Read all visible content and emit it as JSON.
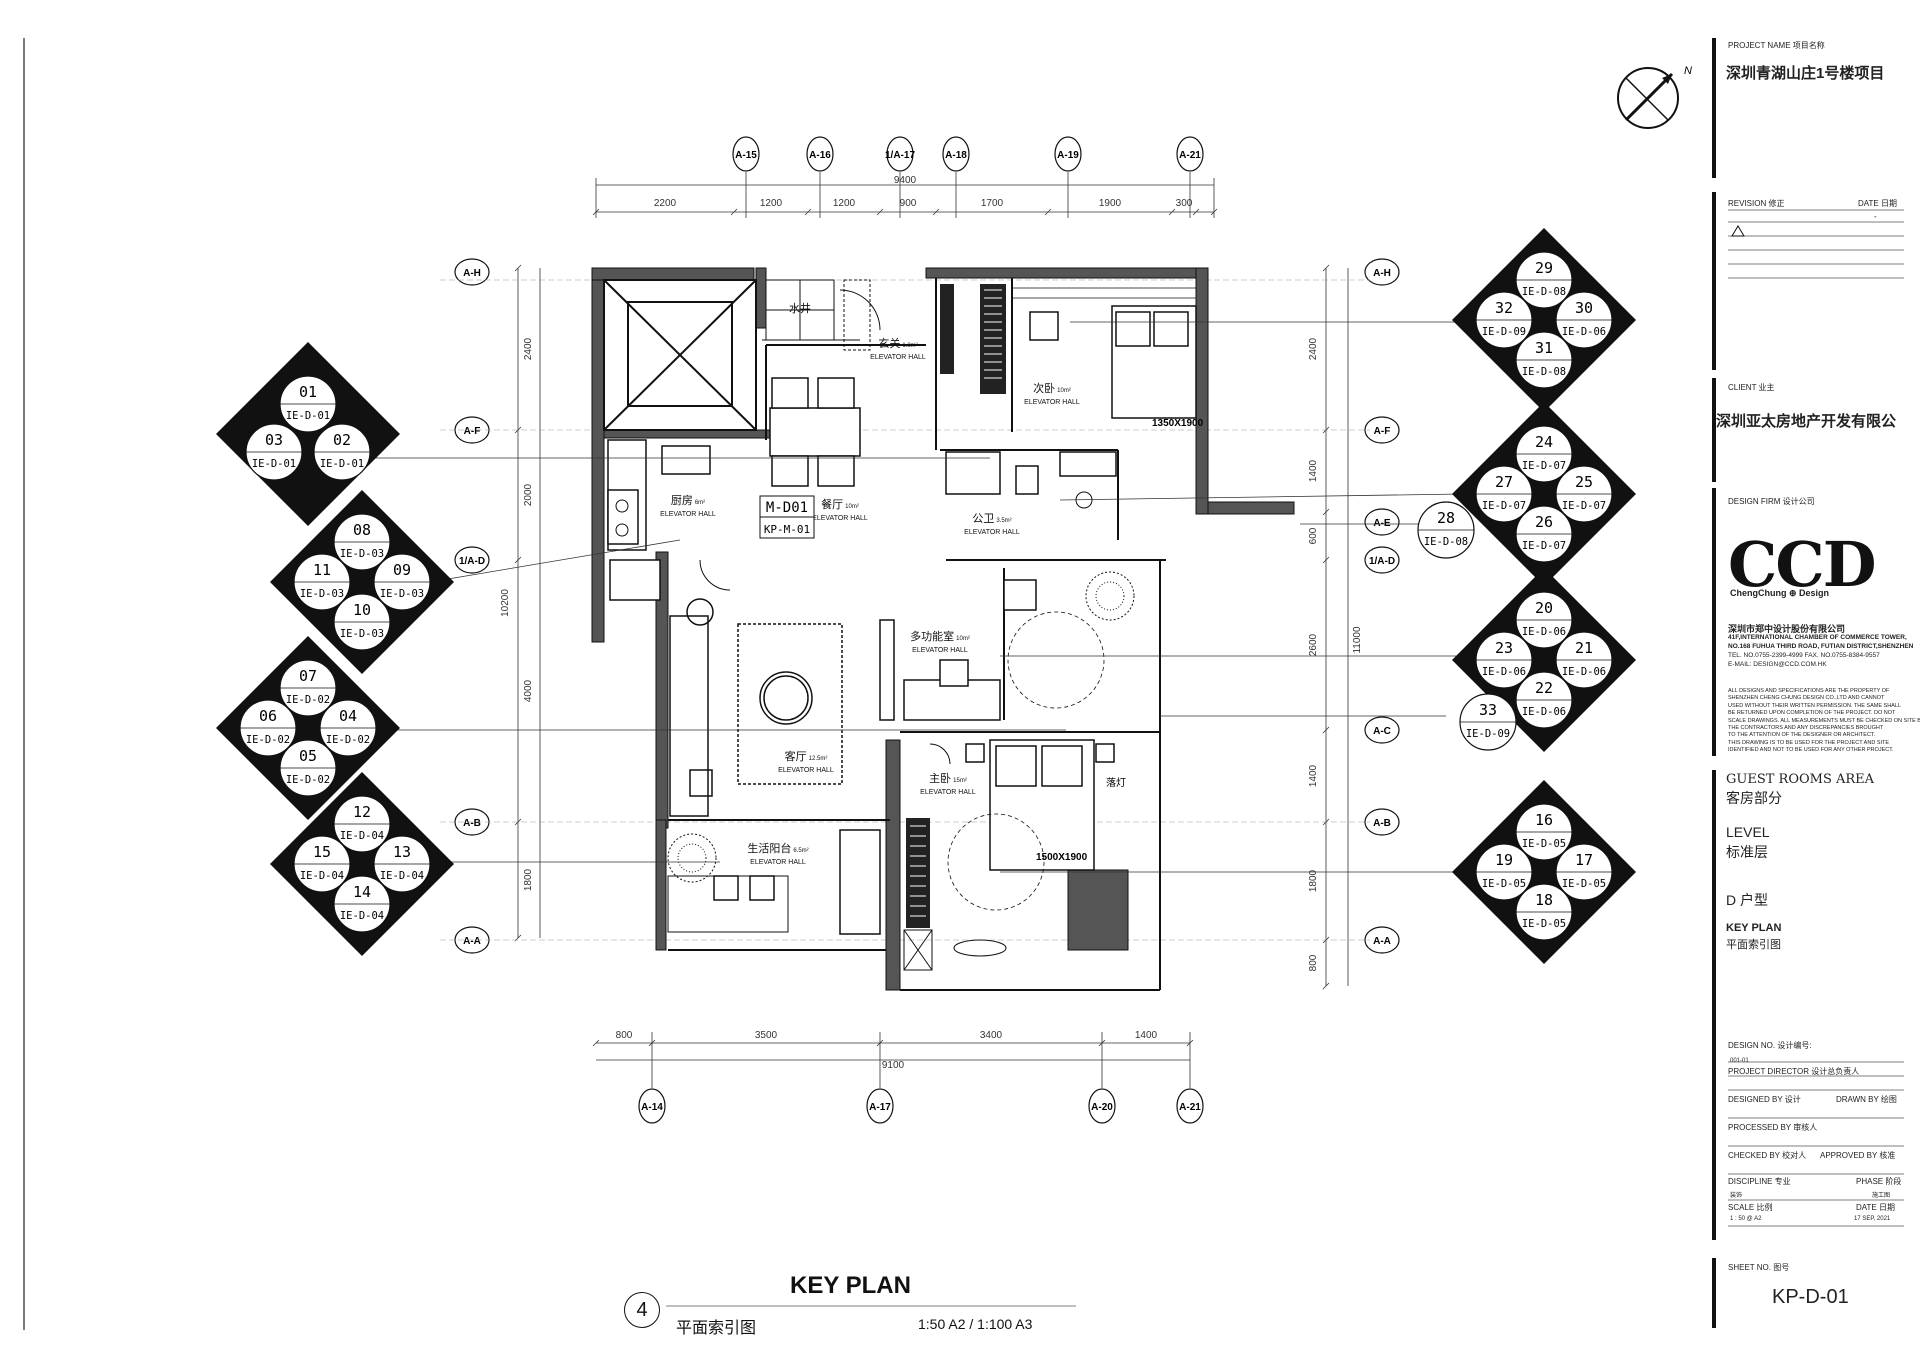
{
  "plan": {
    "title": "KEY PLAN",
    "subtitle": "平面索引图",
    "number": "4",
    "scale": "1:50 A2 / 1:100 A3",
    "north_label": "N",
    "grid_top": [
      "A-15",
      "A-16",
      "1/A-17",
      "A-18",
      "A-19",
      "A-21"
    ],
    "grid_bottom": [
      "A-14",
      "A-17",
      "A-20",
      "A-21"
    ],
    "grid_left": [
      "A-H",
      "A-F",
      "1/A-D",
      "A-B",
      "A-A"
    ],
    "grid_right": [
      "A-H",
      "A-F",
      "A-E",
      "1/A-D",
      "A-C",
      "A-B",
      "A-A"
    ],
    "dims_top": [
      "2200",
      "1200",
      "1200",
      "900",
      "1700",
      "1900",
      "300"
    ],
    "dims_top_total": "9400",
    "dims_bottom": [
      "800",
      "3500",
      "3400",
      "1400"
    ],
    "dims_bottom_total": "9100",
    "dims_left": [
      "2400",
      "2000",
      "4000",
      "1800"
    ],
    "dims_left_total": "10200",
    "dims_right": [
      "2400",
      "1400",
      "600",
      "2600",
      "1400",
      "1800",
      "800"
    ],
    "dims_right_total": "11000",
    "rooms": [
      {
        "name": "水井",
        "sub": ""
      },
      {
        "name": "玄关",
        "area": "1.8m²",
        "sub": "ELEVATOR HALL"
      },
      {
        "name": "次卧",
        "area": "10m²",
        "sub": "ELEVATOR HALL"
      },
      {
        "name": "厨房",
        "area": "6m²",
        "sub": "ELEVATOR HALL"
      },
      {
        "name": "餐厅",
        "area": "10m²",
        "sub": "ELEVATOR HALL"
      },
      {
        "name": "公卫",
        "area": "3.5m²",
        "sub": "ELEVATOR HALL"
      },
      {
        "name": "多功能室",
        "area": "10m²",
        "sub": "ELEVATOR HALL"
      },
      {
        "name": "客厅",
        "area": "12.5m²",
        "sub": "ELEVATOR HALL"
      },
      {
        "name": "主卧",
        "area": "15m²",
        "sub": "ELEVATOR HALL"
      },
      {
        "name": "生活阳台",
        "area": "6.5m²",
        "sub": "ELEVATOR HALL"
      }
    ],
    "bed_sizes": [
      "1350X1900",
      "1500X1900"
    ],
    "floor_lamp": "落灯",
    "model_ref": [
      "M-D01",
      "KP-M-01"
    ]
  },
  "elevations": [
    {
      "refs": [
        {
          "n": "01",
          "s": "IE-D-01"
        },
        {
          "n": "03",
          "s": "IE-D-01"
        },
        {
          "n": "02",
          "s": "IE-D-01"
        }
      ]
    },
    {
      "refs": [
        {
          "n": "08",
          "s": "IE-D-03"
        },
        {
          "n": "11",
          "s": "IE-D-03"
        },
        {
          "n": "09",
          "s": "IE-D-03"
        },
        {
          "n": "10",
          "s": "IE-D-03"
        }
      ]
    },
    {
      "refs": [
        {
          "n": "07",
          "s": "IE-D-02"
        },
        {
          "n": "06",
          "s": "IE-D-02"
        },
        {
          "n": "04",
          "s": "IE-D-02"
        },
        {
          "n": "05",
          "s": "IE-D-02"
        }
      ]
    },
    {
      "refs": [
        {
          "n": "12",
          "s": "IE-D-04"
        },
        {
          "n": "15",
          "s": "IE-D-04"
        },
        {
          "n": "13",
          "s": "IE-D-04"
        },
        {
          "n": "14",
          "s": "IE-D-04"
        }
      ]
    },
    {
      "refs": [
        {
          "n": "29",
          "s": "IE-D-08"
        },
        {
          "n": "32",
          "s": "IE-D-09"
        },
        {
          "n": "30",
          "s": "IE-D-06"
        },
        {
          "n": "31",
          "s": "IE-D-08"
        }
      ]
    },
    {
      "refs": [
        {
          "n": "24",
          "s": "IE-D-07"
        },
        {
          "n": "27",
          "s": "IE-D-07"
        },
        {
          "n": "25",
          "s": "IE-D-07"
        },
        {
          "n": "26",
          "s": "IE-D-07"
        }
      ]
    },
    {
      "refs": [
        {
          "n": "20",
          "s": "IE-D-06"
        },
        {
          "n": "23",
          "s": "IE-D-06"
        },
        {
          "n": "21",
          "s": "IE-D-06"
        },
        {
          "n": "22",
          "s": "IE-D-06"
        }
      ]
    },
    {
      "refs": [
        {
          "n": "16",
          "s": "IE-D-05"
        },
        {
          "n": "19",
          "s": "IE-D-05"
        },
        {
          "n": "17",
          "s": "IE-D-05"
        },
        {
          "n": "18",
          "s": "IE-D-05"
        }
      ]
    }
  ],
  "single_refs": [
    {
      "n": "28",
      "s": "IE-D-08"
    },
    {
      "n": "33",
      "s": "IE-D-09"
    }
  ],
  "titleblock": {
    "project_label": "PROJECT NAME 项目名称",
    "project_name": "深圳青湖山庄1号楼项目",
    "revision_label": "REVISION 修正",
    "date_label": "DATE 日期",
    "revision_mark": "-",
    "client_label": "CLIENT 业主",
    "client_name": "深圳亚太房地产开发有限公",
    "design_firm_label": "DESIGN FIRM 设计公司",
    "logo_text": "CCD",
    "logo_sub": "ChengChung ⊕ Design",
    "firm_name": "深圳市郑中设计股份有限公司",
    "firm_addr1": "41F,INTERNATIONAL CHAMBER OF COMMERCE TOWER,",
    "firm_addr2": "NO.168 FUHUA THIRD ROAD, FUTIAN DISTRICT,SHENZHEN",
    "firm_tel": "TEL. NO.0755-2399-4999   FAX. NO.0755-8384-9557",
    "firm_email": "E-MAIL: DESIGN@CCD.COM.HK",
    "notes": [
      "ALL DESIGNS AND SPECIFICATIONS ARE THE PROPERTY OF",
      "SHENZHEN CHENG CHUNG DESIGN CO.,LTD   AND CANNOT",
      "USED  WITHOUT THEIR WRITTEN PERMISSION. THE SAME SHALL",
      "BE  RETURNED UPON COMPLETION OF THE PROJECT. DO NOT",
      "SCALE DRAWINGS. ALL MEASUREMENTS MUST BE CHECKED ON SITE BY",
      "THE CONTRACTORS AND ANY DISCREPANCIES BROUGHT",
      "TO THE ATTENTION OF THE DESIGNER OR ARCHITECT.",
      "THIS DRAWING IS TO BE USED FOR THE PROJECT AND SITE",
      "IDENTIFIED AND NOT TO BE USED FOR ANY OTHER PROJECT."
    ],
    "area_en": "GUEST ROOMS AREA",
    "area_cn": "客房部分",
    "level_en": "LEVEL",
    "level_cn": "标准层",
    "unit_type": "D 户型",
    "sheet_title_en": "KEY PLAN",
    "sheet_title_cn": "平面索引图",
    "design_no_label": "DESIGN NO.  设计编号:",
    "design_no": "001-01",
    "project_director": "PROJECT DIRECTOR  设计总负责人",
    "designed_by": "DESIGNED BY  设计",
    "drawn_by": "DRAWN BY  绘图",
    "processed_by": "PROCESSED BY 审核人",
    "checked_by": "CHECKED BY  校对人",
    "approved_by": "APPROVED BY  核准",
    "discipline": "DISCIPLINE  专业",
    "discipline_val": "装饰",
    "phase": "PHASE  阶段",
    "phase_val": "施工图",
    "scale": "SCALE  比例",
    "scale_val": "1 : 50 @ A2",
    "date": "DATE  日期",
    "date_val": "17 SEP, 2021",
    "sheet_no_label": "SHEET NO.  图号",
    "sheet_no": "KP-D-01"
  }
}
